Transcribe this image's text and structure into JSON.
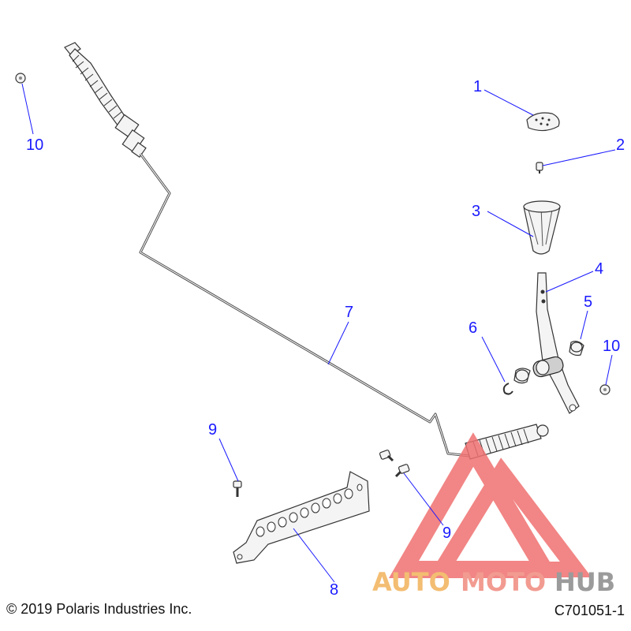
{
  "callouts": {
    "c1": "1",
    "c2": "2",
    "c3": "3",
    "c4": "4",
    "c5": "5",
    "c6": "6",
    "c7": "7",
    "c8": "8",
    "c9a": "9",
    "c9b": "9",
    "c10a": "10",
    "c10b": "10"
  },
  "footer": {
    "copyright": "© 2019 Polaris Industries Inc.",
    "drawing_id": "C701051-1"
  },
  "watermark": {
    "word_auto": "AUTO",
    "word_moto": "MOTO",
    "word_hub": "HUB",
    "colors": {
      "auto": "#f2b25a",
      "moto": "#f08a7e",
      "hub": "#8a8a8a",
      "triangle": "#f07070"
    }
  },
  "colors": {
    "callout": "#1a1aff"
  }
}
